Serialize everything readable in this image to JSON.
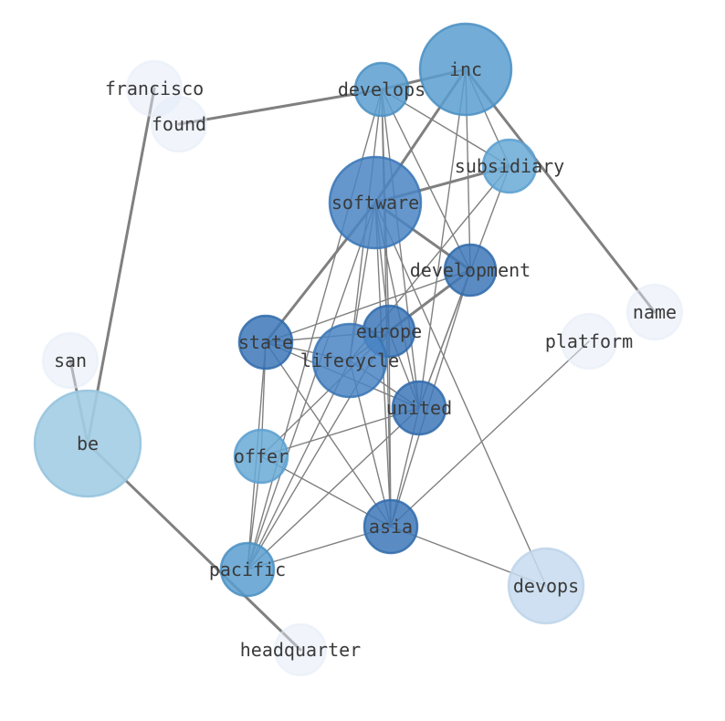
{
  "graph": {
    "nodes": [
      {
        "id": "inc",
        "label": "inc",
        "color": "#5b9fd0",
        "stroke": "#4a8fc2",
        "opacity": 0.85,
        "weight": 50
      },
      {
        "id": "develops",
        "label": "develops",
        "color": "#5b9fd0",
        "stroke": "#4a8fc2",
        "opacity": 0.85,
        "weight": 29
      },
      {
        "id": "francisco",
        "label": "francisco",
        "color": "#e3ecf8",
        "stroke": "#e3ecf8",
        "opacity": 0.5,
        "weight": 30
      },
      {
        "id": "found",
        "label": "found",
        "color": "#e3ecf8",
        "stroke": "#e3ecf8",
        "opacity": 0.5,
        "weight": 30
      },
      {
        "id": "subsidiary",
        "label": "subsidiary",
        "color": "#67a9d6",
        "stroke": "#5b9fd0",
        "opacity": 0.85,
        "weight": 29
      },
      {
        "id": "software",
        "label": "software",
        "color": "#4a85c4",
        "stroke": "#3a75b4",
        "opacity": 0.85,
        "weight": 50
      },
      {
        "id": "development",
        "label": "development",
        "color": "#3d78b8",
        "stroke": "#2f6aaa",
        "opacity": 0.85,
        "weight": 28
      },
      {
        "id": "name",
        "label": "name",
        "color": "#e3ecf8",
        "stroke": "#e3ecf8",
        "opacity": 0.5,
        "weight": 30
      },
      {
        "id": "platform",
        "label": "platform",
        "color": "#e3ecf8",
        "stroke": "#e3ecf8",
        "opacity": 0.5,
        "weight": 30
      },
      {
        "id": "europe",
        "label": "europe",
        "color": "#3d78b8",
        "stroke": "#2f6aaa",
        "opacity": 0.85,
        "weight": 28
      },
      {
        "id": "state",
        "label": "state",
        "color": "#3d78b8",
        "stroke": "#2f6aaa",
        "opacity": 0.85,
        "weight": 29
      },
      {
        "id": "lifecycle",
        "label": "lifecycle",
        "color": "#4a85c4",
        "stroke": "#3a75b4",
        "opacity": 0.85,
        "weight": 40
      },
      {
        "id": "san",
        "label": "san",
        "color": "#e3ecf8",
        "stroke": "#e3ecf8",
        "opacity": 0.5,
        "weight": 30
      },
      {
        "id": "united",
        "label": "united",
        "color": "#3d78b8",
        "stroke": "#2f6aaa",
        "opacity": 0.85,
        "weight": 29
      },
      {
        "id": "be",
        "label": "be",
        "color": "#a3cde4",
        "stroke": "#97c4de",
        "opacity": 0.9,
        "weight": 58
      },
      {
        "id": "offer",
        "label": "offer",
        "color": "#67a9d6",
        "stroke": "#5b9fd0",
        "opacity": 0.85,
        "weight": 29
      },
      {
        "id": "asia",
        "label": "asia",
        "color": "#3d78b8",
        "stroke": "#2f6aaa",
        "opacity": 0.85,
        "weight": 29
      },
      {
        "id": "pacific",
        "label": "pacific",
        "color": "#5b9fd0",
        "stroke": "#4a8fc2",
        "opacity": 0.85,
        "weight": 29
      },
      {
        "id": "devops",
        "label": "devops",
        "color": "#c6dbee",
        "stroke": "#bed4ea",
        "opacity": 0.85,
        "weight": 41
      },
      {
        "id": "headquarter",
        "label": "headquarter",
        "color": "#e3ecf8",
        "stroke": "#e3ecf8",
        "opacity": 0.5,
        "weight": 28
      }
    ],
    "edges": [
      {
        "a": "develops",
        "b": "found",
        "heavy": true
      },
      {
        "a": "develops",
        "b": "inc",
        "heavy": true
      },
      {
        "a": "francisco",
        "b": "be",
        "heavy": true
      },
      {
        "a": "san",
        "b": "be",
        "heavy": true
      },
      {
        "a": "be",
        "b": "headquarter",
        "heavy": true
      },
      {
        "a": "inc",
        "b": "name",
        "heavy": true
      },
      {
        "a": "inc",
        "b": "software",
        "heavy": true
      },
      {
        "a": "software",
        "b": "subsidiary",
        "heavy": true
      },
      {
        "a": "software",
        "b": "state",
        "heavy": true
      },
      {
        "a": "software",
        "b": "development",
        "heavy": true
      },
      {
        "a": "development",
        "b": "europe",
        "heavy": true
      },
      {
        "a": "inc",
        "b": "subsidiary",
        "heavy": false
      },
      {
        "a": "inc",
        "b": "development",
        "heavy": false
      },
      {
        "a": "inc",
        "b": "united",
        "heavy": false
      },
      {
        "a": "develops",
        "b": "subsidiary",
        "heavy": false
      },
      {
        "a": "develops",
        "b": "development",
        "heavy": false
      },
      {
        "a": "develops",
        "b": "lifecycle",
        "heavy": false
      },
      {
        "a": "develops",
        "b": "europe",
        "heavy": false
      },
      {
        "a": "develops",
        "b": "united",
        "heavy": false
      },
      {
        "a": "develops",
        "b": "asia",
        "heavy": false
      },
      {
        "a": "develops",
        "b": "pacific",
        "heavy": false
      },
      {
        "a": "subsidiary",
        "b": "lifecycle",
        "heavy": false
      },
      {
        "a": "subsidiary",
        "b": "united",
        "heavy": false
      },
      {
        "a": "software",
        "b": "lifecycle",
        "heavy": false
      },
      {
        "a": "software",
        "b": "europe",
        "heavy": false
      },
      {
        "a": "software",
        "b": "united",
        "heavy": false
      },
      {
        "a": "software",
        "b": "asia",
        "heavy": false
      },
      {
        "a": "software",
        "b": "pacific",
        "heavy": false
      },
      {
        "a": "software",
        "b": "devops",
        "heavy": false
      },
      {
        "a": "development",
        "b": "state",
        "heavy": false
      },
      {
        "a": "development",
        "b": "lifecycle",
        "heavy": false
      },
      {
        "a": "development",
        "b": "united",
        "heavy": false
      },
      {
        "a": "development",
        "b": "asia",
        "heavy": false
      },
      {
        "a": "state",
        "b": "europe",
        "heavy": false
      },
      {
        "a": "state",
        "b": "lifecycle",
        "heavy": false
      },
      {
        "a": "state",
        "b": "united",
        "heavy": false
      },
      {
        "a": "state",
        "b": "offer",
        "heavy": false
      },
      {
        "a": "state",
        "b": "asia",
        "heavy": false
      },
      {
        "a": "state",
        "b": "pacific",
        "heavy": false
      },
      {
        "a": "europe",
        "b": "lifecycle",
        "heavy": false
      },
      {
        "a": "europe",
        "b": "united",
        "heavy": false
      },
      {
        "a": "europe",
        "b": "offer",
        "heavy": false
      },
      {
        "a": "europe",
        "b": "asia",
        "heavy": false
      },
      {
        "a": "europe",
        "b": "pacific",
        "heavy": false
      },
      {
        "a": "lifecycle",
        "b": "united",
        "heavy": false
      },
      {
        "a": "lifecycle",
        "b": "asia",
        "heavy": false
      },
      {
        "a": "lifecycle",
        "b": "pacific",
        "heavy": false
      },
      {
        "a": "united",
        "b": "offer",
        "heavy": false
      },
      {
        "a": "united",
        "b": "asia",
        "heavy": false
      },
      {
        "a": "united",
        "b": "pacific",
        "heavy": false
      },
      {
        "a": "offer",
        "b": "asia",
        "heavy": false
      },
      {
        "a": "offer",
        "b": "pacific",
        "heavy": false
      },
      {
        "a": "asia",
        "b": "pacific",
        "heavy": false
      },
      {
        "a": "asia",
        "b": "devops",
        "heavy": false
      },
      {
        "a": "asia",
        "b": "platform",
        "heavy": false
      }
    ]
  },
  "colors": {
    "edge": "#808080",
    "label": "#3a3a3a"
  }
}
